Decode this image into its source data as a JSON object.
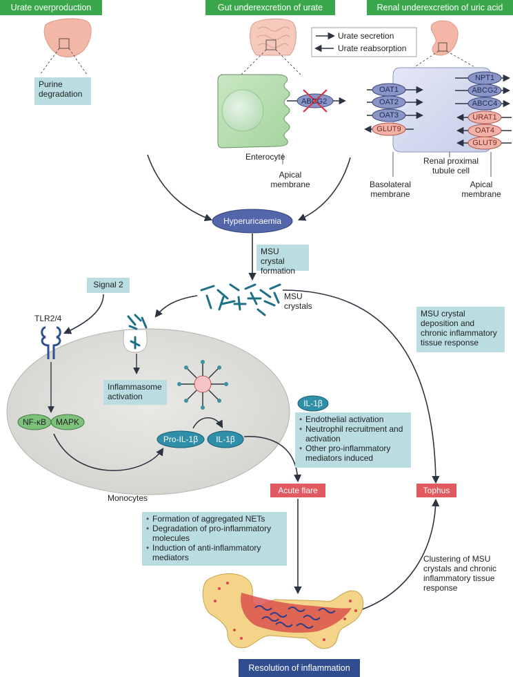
{
  "headers": {
    "urate_overproduction": "Urate overproduction",
    "gut_underexcretion": "Gut underexcretion of urate",
    "renal_underexcretion": "Renal underexcretion of uric acid"
  },
  "legend": {
    "secretion": "Urate secretion",
    "reabsorption": "Urate reabsorption"
  },
  "liver": {
    "box": "Purine degradation"
  },
  "gut": {
    "transporter": "ABCG2",
    "cell": "Enterocyte",
    "membrane": "Apical membrane"
  },
  "kidney": {
    "left_transporters": [
      "OAT1",
      "OAT2",
      "OAT3",
      "GLUT9"
    ],
    "right_transporters": [
      "NPT1",
      "ABCG2",
      "ABCC4",
      "URAT1",
      "OAT4",
      "GLUT9"
    ],
    "cell": "Renal proximal tubule cell",
    "basolateral": "Basolateral membrane",
    "apical": "Apical membrane"
  },
  "hyperuricaemia": "Hyperuricaemia",
  "msu_formation": "MSU crystal formation",
  "msu_crystals": "MSU crystals",
  "signal2": "Signal 2",
  "tlr": "TLR2/4",
  "inflammasome": "Inflammasome activation",
  "nfkb": "NF-κB",
  "mapk": "MAPK",
  "pro_il1b": "Pro-IL-1β",
  "il1b": "IL-1β",
  "monocytes": "Monocytes",
  "il1b_effects": {
    "label": "IL-1β",
    "items": [
      "Endothelial activation",
      "Neutrophil recruitment and activation",
      "Other pro-inflammatory mediators induced"
    ]
  },
  "chronic_box": "MSU crystal deposition and chronic inflammatory tissue response",
  "acute_flare": "Acute flare",
  "tophus": "Tophus",
  "resolution_mechanisms": [
    "Formation of aggregated NETs",
    "Degradation of pro-inflammatory molecules",
    "Induction of anti-inflammatory mediators"
  ],
  "clustering": "Clustering of MSU crystals and chronic inflammatory tissue response",
  "resolution": "Resolution of inflammation",
  "colors": {
    "header_green": "#3aa84a",
    "teal_box": "#b9dde0",
    "red_label": "#e05a60",
    "blue_label": "#2f4d8f",
    "crystal": "#1b6f86"
  }
}
